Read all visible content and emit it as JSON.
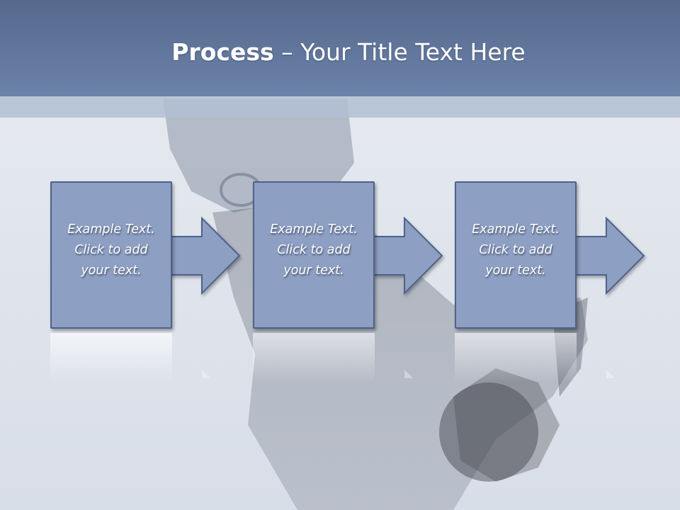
{
  "title": {
    "bold": "Process",
    "rest": " – Your Title Text Here"
  },
  "steps": [
    {
      "lines": [
        "Example Text.",
        "Click  to add",
        "your text."
      ]
    },
    {
      "lines": [
        "Example Text.",
        "Click  to add",
        "your text."
      ]
    },
    {
      "lines": [
        "Example Text.",
        "Click  to add",
        "your text."
      ]
    }
  ],
  "colors": {
    "title_bar": "#6b82a9",
    "box_fill": "#8d9fc2",
    "box_border": "#4e628b"
  }
}
